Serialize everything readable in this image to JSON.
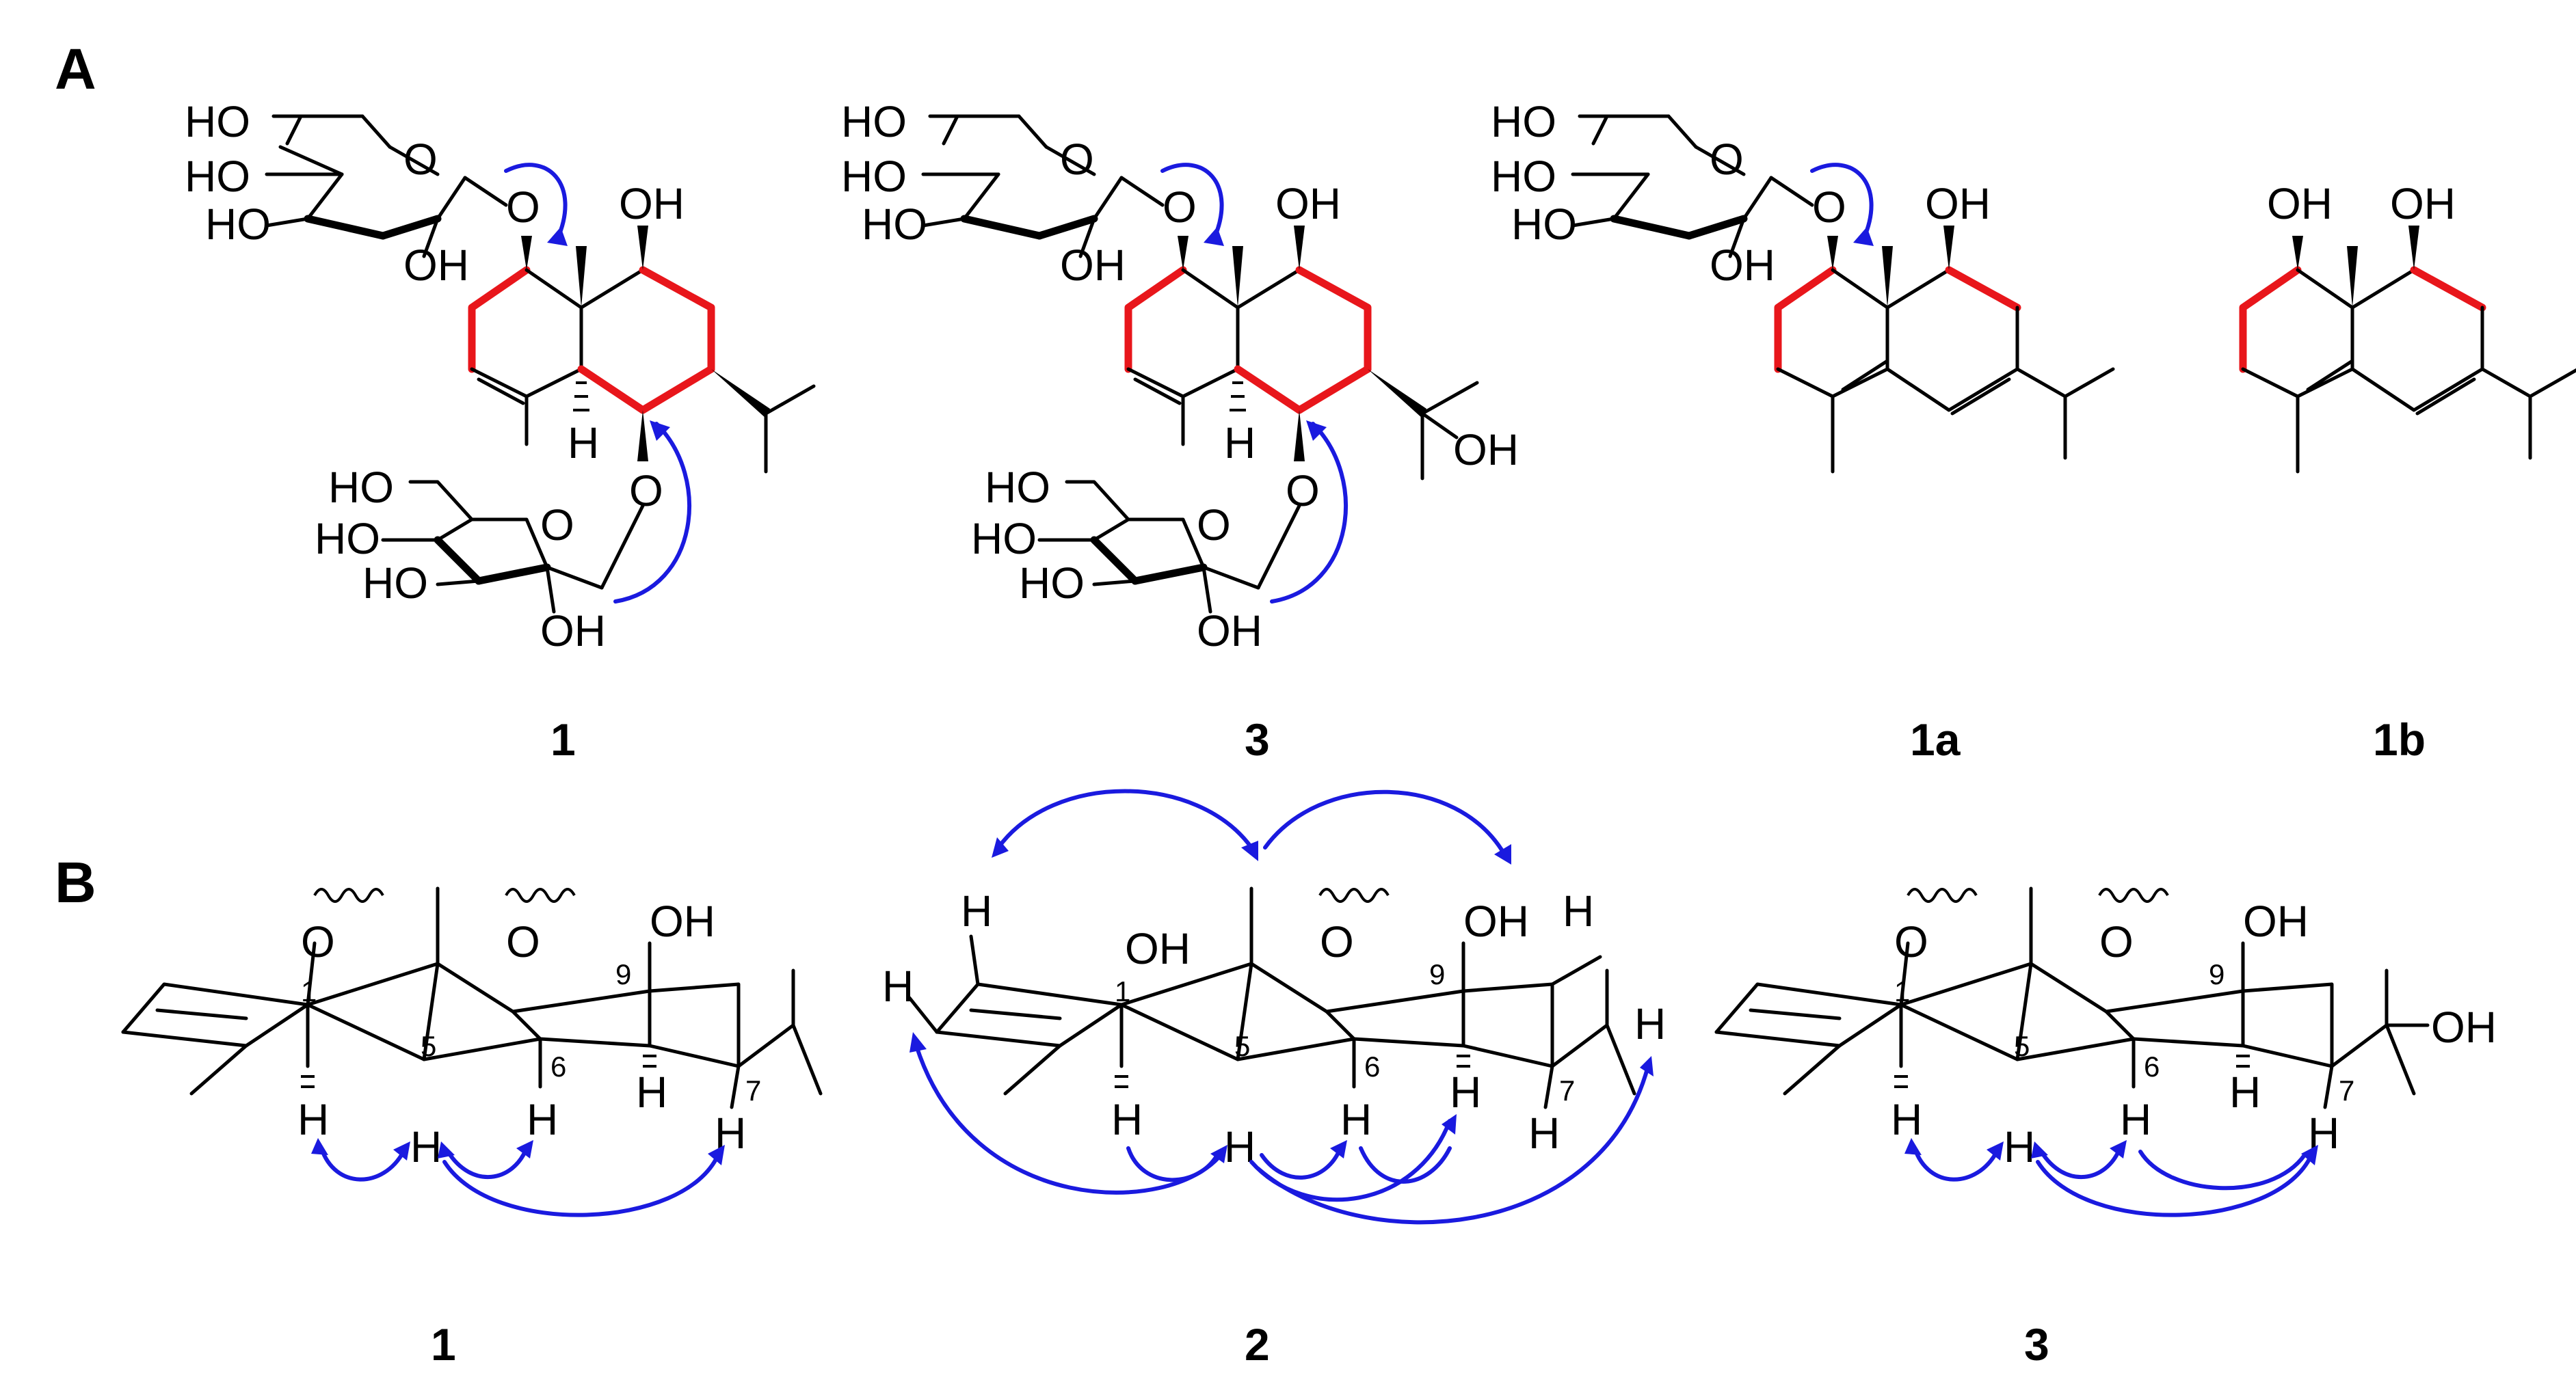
{
  "panels": {
    "a": {
      "label": "A"
    },
    "b": {
      "label": "B"
    }
  },
  "panel_a": {
    "compounds": [
      {
        "label": "1"
      },
      {
        "label": "3"
      },
      {
        "label": "1a"
      },
      {
        "label": "1b"
      }
    ]
  },
  "panel_b": {
    "compounds": [
      {
        "label": "1"
      },
      {
        "label": "2"
      },
      {
        "label": "3"
      }
    ]
  },
  "atoms": {
    "oh": "OH",
    "ho": "HO",
    "o": "O",
    "h": "H"
  },
  "positions": {
    "c1": "1",
    "c5": "5",
    "c6": "6",
    "c7": "7",
    "c9": "9"
  },
  "colors": {
    "ring_highlight": "#e8161b",
    "correlation_arrow": "#1a1adf",
    "structure": "#000000"
  }
}
